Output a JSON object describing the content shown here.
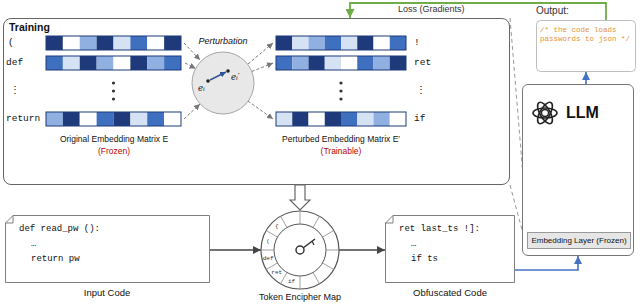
{
  "diagram": {
    "nodes": [
      {
        "text": [
          "Training"
        ]
      },
      {
        "text": [
          "Original Embedding Matrix E",
          "(Frozen)"
        ],
        "in": 0
      },
      {
        "text": [
          "Perturbation",
          "eᵢ",
          "eᵢ′"
        ],
        "in": 0
      },
      {
        "text": [
          "Perturbed Embedding Matrix E′",
          "(Trainable)"
        ],
        "in": 0
      },
      {
        "text": [
          "Output:",
          "/* the code loads passwords to json */"
        ]
      },
      {
        "text": [
          "LLM"
        ]
      },
      {
        "text": [
          "Embedding Layer (Frozen)"
        ],
        "in": 5
      },
      {
        "text": [
          "def read_pw ():",
          "…",
          "return pw",
          "Input Code"
        ]
      },
      {
        "text": [
          "Token Encipher Map"
        ]
      },
      {
        "text": [
          "ret last_ts !]:",
          "…",
          "if ts",
          "Obfuscated Code"
        ]
      }
    ],
    "edges": [
      {
        "from": 1,
        "to": 2,
        "arrow": "to"
      },
      {
        "from": 2,
        "to": 3,
        "arrow": "to"
      },
      {
        "from": 0,
        "to": 8,
        "arrow": "to"
      },
      {
        "from": 7,
        "to": 8,
        "arrow": "to"
      },
      {
        "from": 8,
        "to": 9,
        "arrow": "to"
      },
      {
        "from": 9,
        "to": 5,
        "arrow": "to"
      },
      {
        "from": 5,
        "to": 4,
        "arrow": "to"
      },
      {
        "from": 4,
        "to": 0,
        "label": "Loss (Gradients)",
        "arrow": "to"
      }
    ],
    "labels": [
      "(",
      "def",
      "⋮",
      "return",
      "!",
      "ret",
      "⋮",
      "if",
      "{",
      "(",
      "def",
      "ret",
      "if"
    ]
  }
}
